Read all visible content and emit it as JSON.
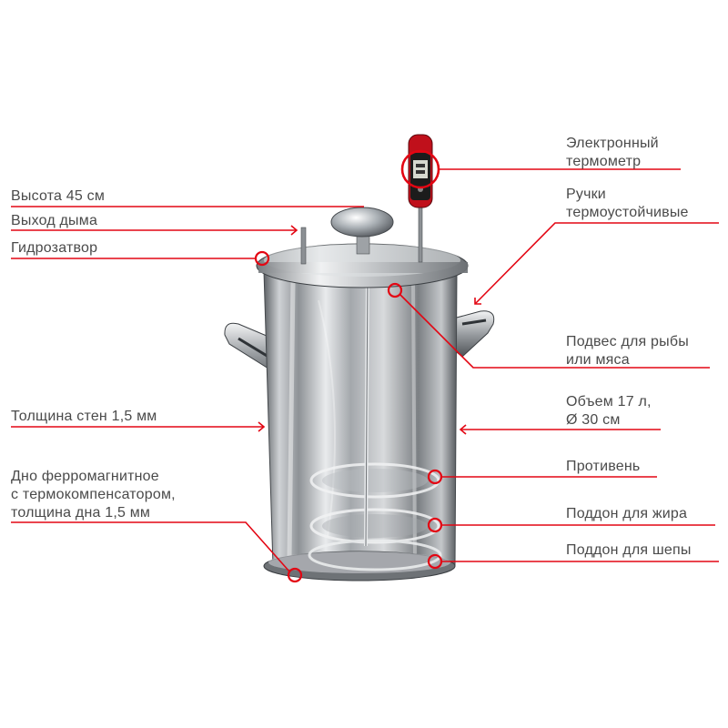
{
  "colors": {
    "line": "#e30613",
    "text": "#4a4a4a",
    "steel": "#9a9ea2"
  },
  "labels_left": {
    "height": [
      "Высота 45 см"
    ],
    "smoke_outlet": [
      "Выход дыма"
    ],
    "water_seal": [
      "Гидрозатвор"
    ],
    "wall": [
      "Толщина стен 1,5 мм"
    ],
    "bottom": [
      "Дно ферромагнитное",
      "с термокомпенсатором,",
      "толщина дна 1,5 мм"
    ]
  },
  "labels_right": {
    "thermometer": [
      "Электронный",
      "термометр"
    ],
    "handles": [
      "Ручки",
      "термоустойчивые"
    ],
    "hanger": [
      "Подвес для рыбы",
      "или мяса"
    ],
    "volume": [
      "Объем 17 л,",
      "Ø 30 см"
    ],
    "tray": [
      "Противень"
    ],
    "fat_pan": [
      "Поддон для жира"
    ],
    "chip_pan": [
      "Поддон для шепы"
    ]
  },
  "icons": [
    "thermometer-icon",
    "smokehouse-pot-illustration"
  ]
}
